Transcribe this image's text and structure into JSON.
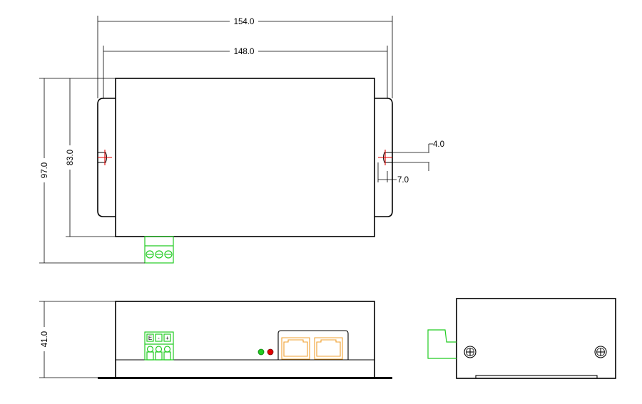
{
  "dimensions": {
    "outer_width": "154.0",
    "inner_width": "148.0",
    "outer_height": "97.0",
    "inner_height": "83.0",
    "slot_width": "4.0",
    "slot_offset": "7.0",
    "side_height": "41.0"
  },
  "terminal_labels": [
    "E",
    "-",
    "+"
  ],
  "colors": {
    "outline": "#000000",
    "terminal": "#22cc22",
    "slot_mark": "#e00000",
    "rj45": "#f0a030",
    "led_green": "#22cc22",
    "led_red": "#e00000"
  }
}
